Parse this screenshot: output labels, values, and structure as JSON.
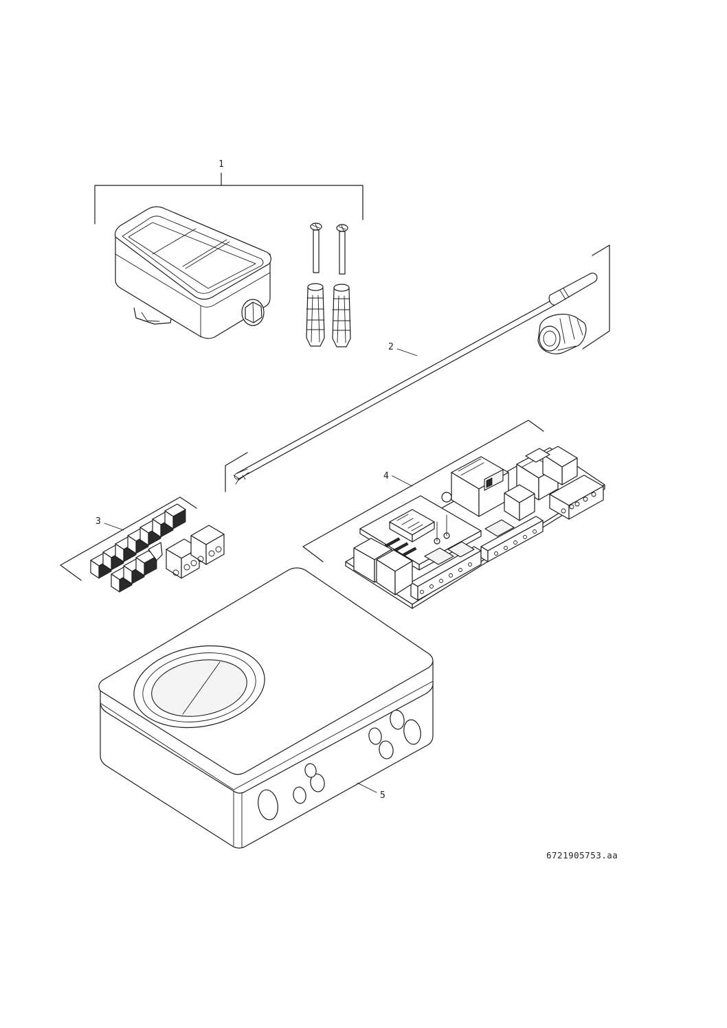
{
  "labels": {
    "p1": "1",
    "p2": "2",
    "p3": "3",
    "p4": "4",
    "p5": "5"
  },
  "drawing_code": "6721905753.aa",
  "colors": {
    "line": "#1a1a1a",
    "background": "#ffffff"
  }
}
